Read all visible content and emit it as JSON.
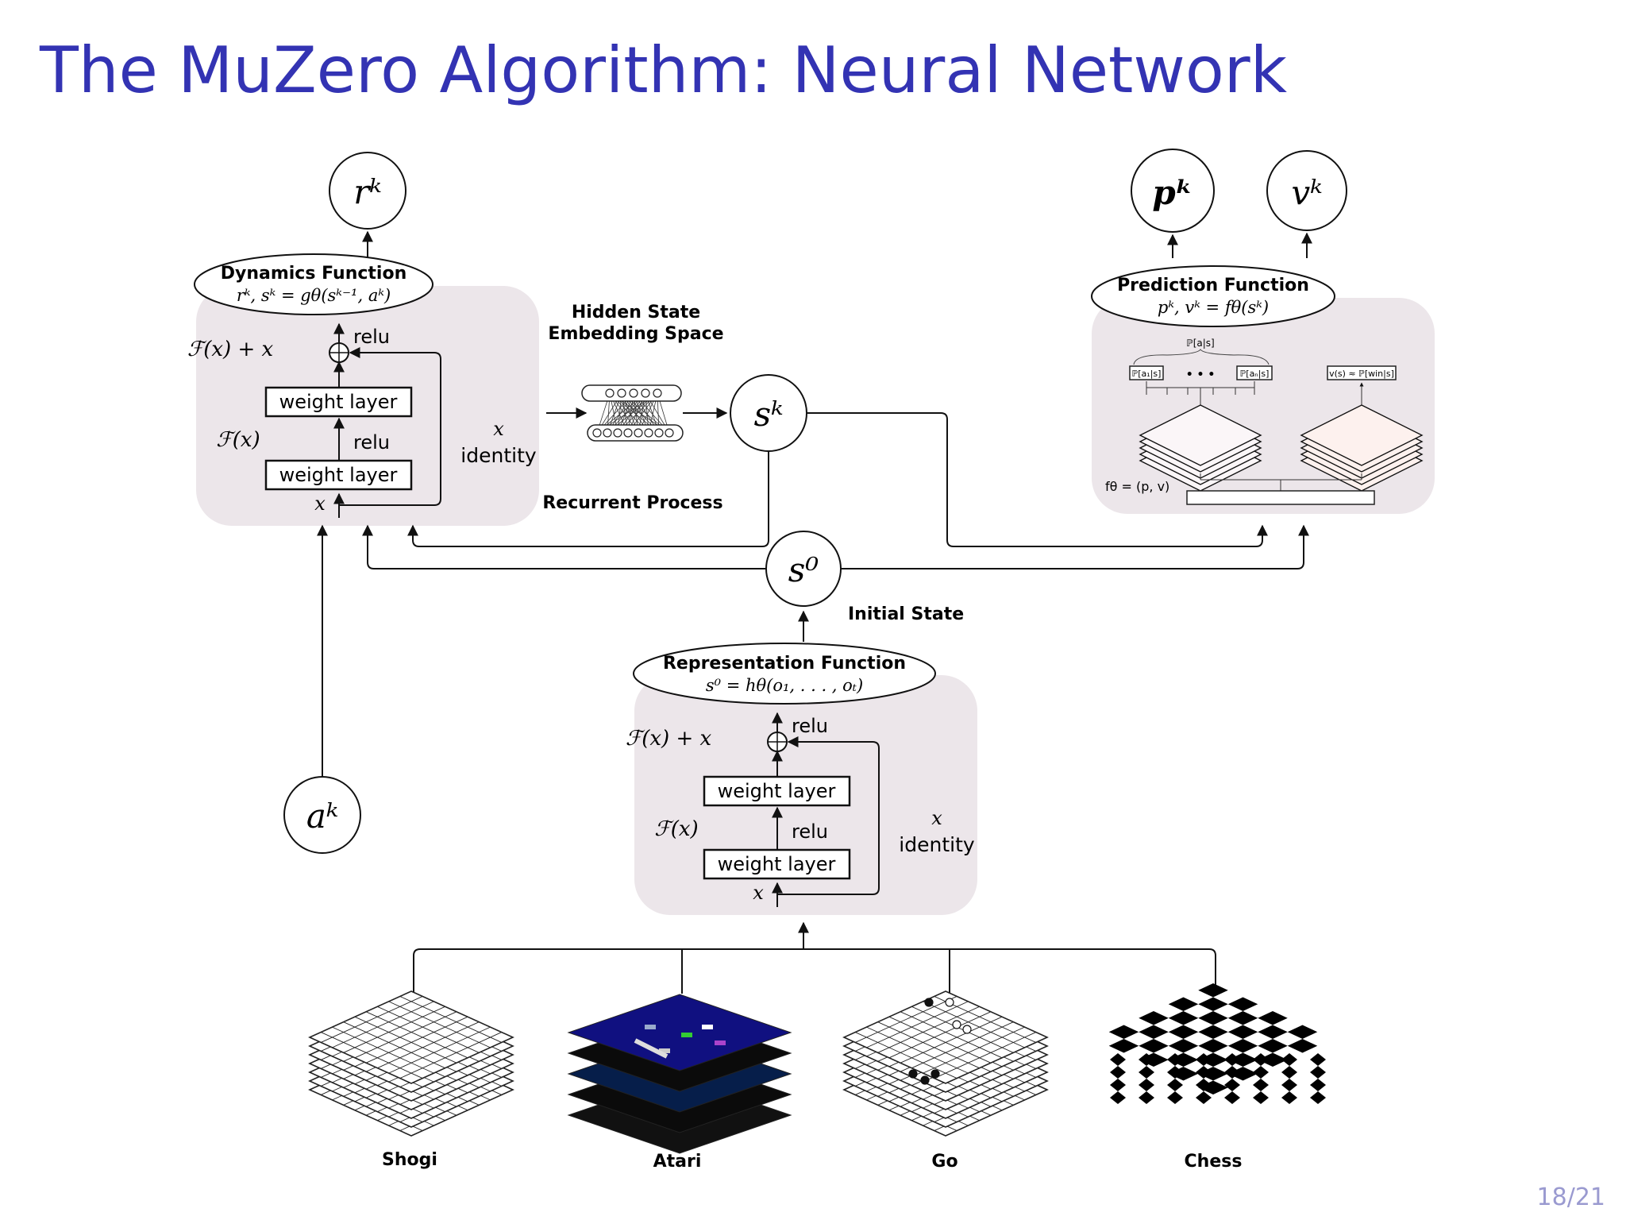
{
  "slide": {
    "title": "The MuZero Algorithm: Neural Network",
    "page_number": "18/21"
  },
  "dynamics": {
    "title": "Dynamics Function",
    "formula": "rᵏ, sᵏ = gθ(sᵏ⁻¹, aᵏ)",
    "output": "rᵏ"
  },
  "prediction": {
    "title": "Prediction Function",
    "formula": "pᵏ, vᵏ = fθ(sᵏ)",
    "policy_output": "pᵏ",
    "value_output": "vᵏ",
    "policy_header": "ℙ[a|s]",
    "policy_first": "ℙ[a₁|s]",
    "policy_dots": "• • •",
    "policy_last": "ℙ[aₙ|s]",
    "value_box": "v(s) ≈ ℙ[win|s]",
    "f_label": "fθ = (p, v)"
  },
  "representation": {
    "title": "Representation Function",
    "formula": "s⁰ = hθ(o₁, . . . , oₜ)"
  },
  "resblock": {
    "fx_plus_x": "ℱ(x) + x",
    "fx": "ℱ(x)",
    "x": "x",
    "relu": "relu",
    "weight_layer": "weight layer",
    "identity_x": "x",
    "identity": "identity"
  },
  "hidden": {
    "line1": "Hidden State",
    "line2": "Embedding Space",
    "recurrent": "Recurrent Process",
    "state": "sᵏ"
  },
  "initial": {
    "state": "s⁰",
    "label": "Initial State"
  },
  "action": {
    "label": "aᵏ"
  },
  "games": [
    "Shogi",
    "Atari",
    "Go",
    "Chess"
  ]
}
